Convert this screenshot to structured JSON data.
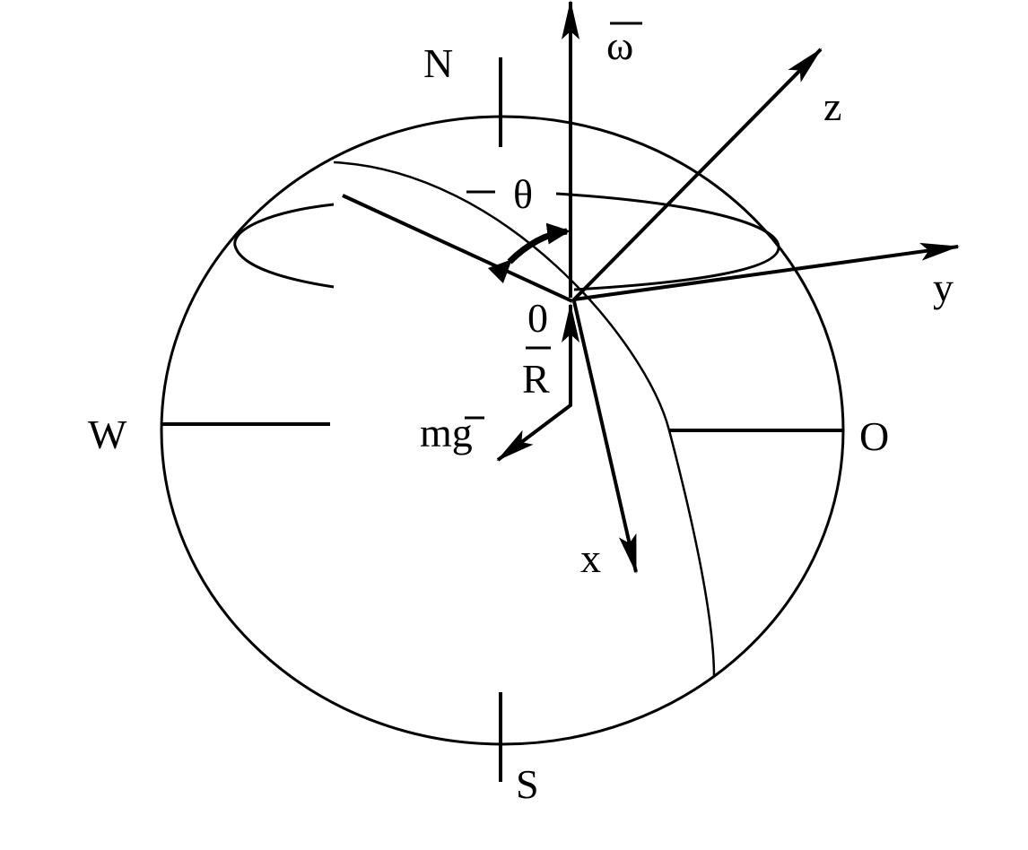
{
  "labels": {
    "north": "N",
    "south": "S",
    "west": "W",
    "east": "O",
    "omega": "ω",
    "z_axis": "z",
    "y_axis": "y",
    "x_axis": "x",
    "theta": "θ",
    "origin": "0",
    "reaction": "R",
    "gravity": "mg"
  },
  "colors": {
    "ink": "#000000",
    "background": "#ffffff"
  }
}
